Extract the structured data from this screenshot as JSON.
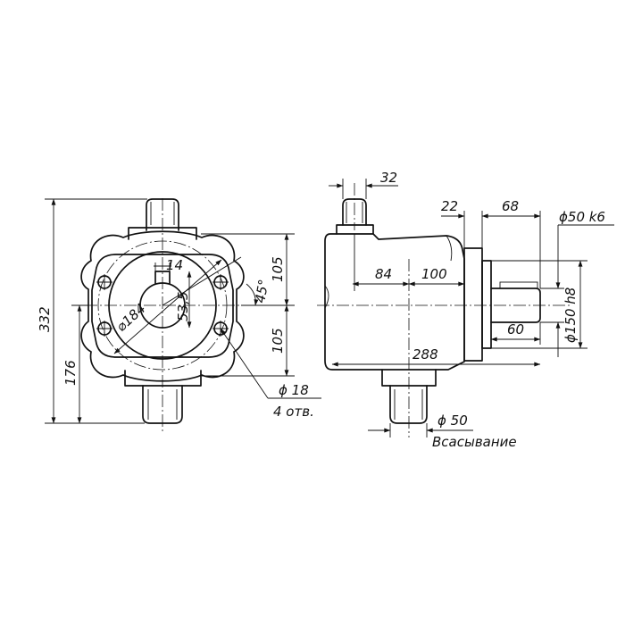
{
  "front_view": {
    "dim_overall_height": "332",
    "dim_base_height": "176",
    "dim_upper_bolt_offset": "105",
    "dim_lower_bolt_offset": "105",
    "dim_key_width": "14",
    "dim_bolt_circle": "⌀184",
    "dim_shaft_height": "53,5",
    "dim_angle": "45°",
    "dim_hole_dia": "ϕ 18",
    "dim_hole_count": "4 отв."
  },
  "side_view": {
    "dim_outlet_dia": "32",
    "dim_flange_thickness": "22",
    "dim_shaft_length": "68",
    "dim_shaft_dia": "ϕ50 k6",
    "dim_84": "84",
    "dim_100": "100",
    "dim_pilot_dia": "ϕ150 h8",
    "dim_60": "60",
    "dim_288": "288",
    "dim_inlet_dia": "ϕ 50",
    "inlet_label": "Всасывание"
  }
}
